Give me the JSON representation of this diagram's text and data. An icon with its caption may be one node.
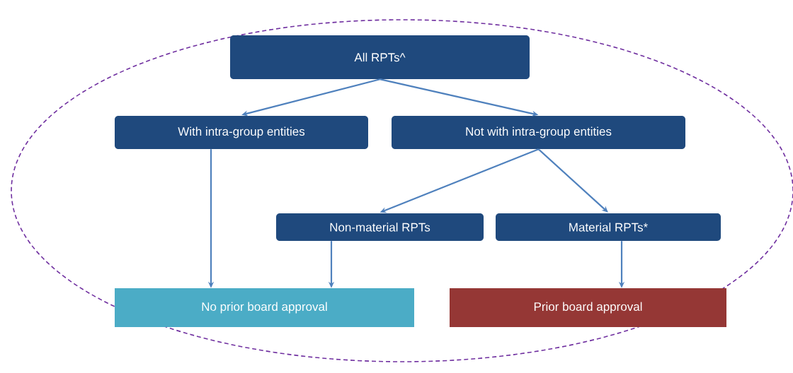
{
  "diagram": {
    "nodes": [
      {
        "text": [
          "All RPTs^"
        ]
      },
      {
        "text": [
          "With intra-group entities"
        ]
      },
      {
        "text": [
          "Not with intra-group entities"
        ]
      },
      {
        "text": [
          "Non-material RPTs"
        ]
      },
      {
        "text": [
          "Material RPTs*"
        ]
      },
      {
        "text": [
          "No prior board approval"
        ]
      },
      {
        "text": [
          "Prior board approval"
        ]
      }
    ],
    "edges": [
      {
        "from": 0,
        "to": 1,
        "arrow": "to"
      },
      {
        "from": 0,
        "to": 2,
        "arrow": "to"
      },
      {
        "from": 1,
        "to": 5,
        "arrow": "to"
      },
      {
        "from": 2,
        "to": 3,
        "arrow": "to"
      },
      {
        "from": 2,
        "to": 4,
        "arrow": "to"
      },
      {
        "from": 3,
        "to": 5,
        "arrow": "to"
      },
      {
        "from": 4,
        "to": 6,
        "arrow": "to"
      }
    ]
  }
}
